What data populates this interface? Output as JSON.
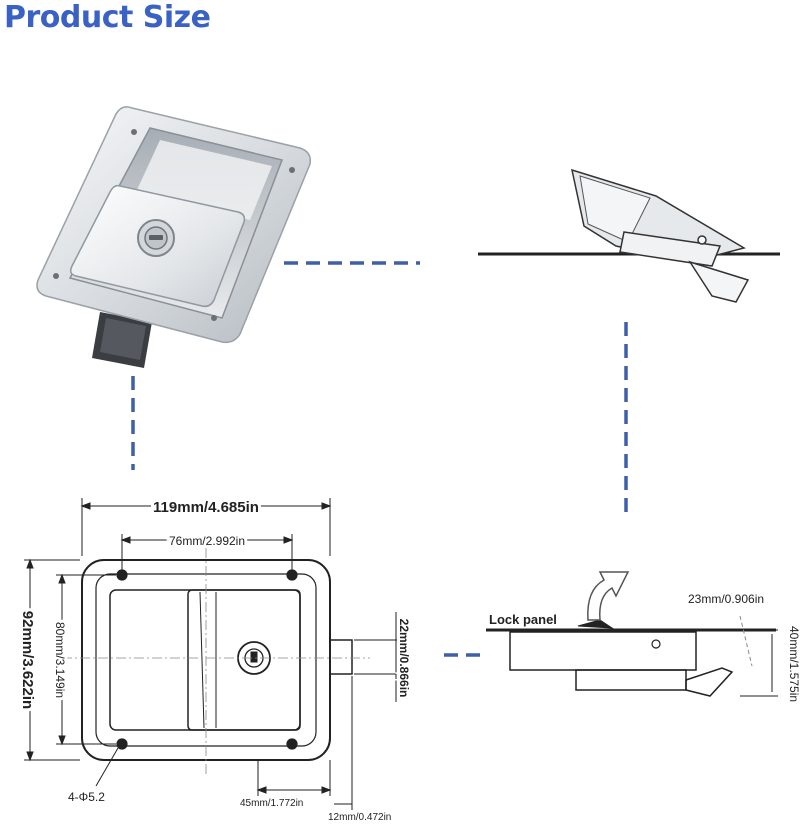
{
  "title": "Product Size",
  "colors": {
    "title": "#3a62c4",
    "connector": "#3f5fa8",
    "steel_light": "#eef0f2",
    "steel_dark": "#8a9098"
  },
  "dimensions": {
    "overall_width": "119mm/4.685in",
    "hole_spacing_width": "76mm/2.992in",
    "overall_height": "92mm/3.622in",
    "hole_spacing_height": "80mm/3.149in",
    "latch_width": "22mm/0.866in",
    "holes": "4-Φ5.2",
    "depth_body": "45mm/1.772in",
    "latch_offset": "12mm/0.472in",
    "depth_top": "23mm/0.906in",
    "depth_total": "40mm/1.575in"
  },
  "labels": {
    "lock_panel": "Lock panel"
  },
  "icons": {
    "rotation": "curved-arrow-icon"
  }
}
